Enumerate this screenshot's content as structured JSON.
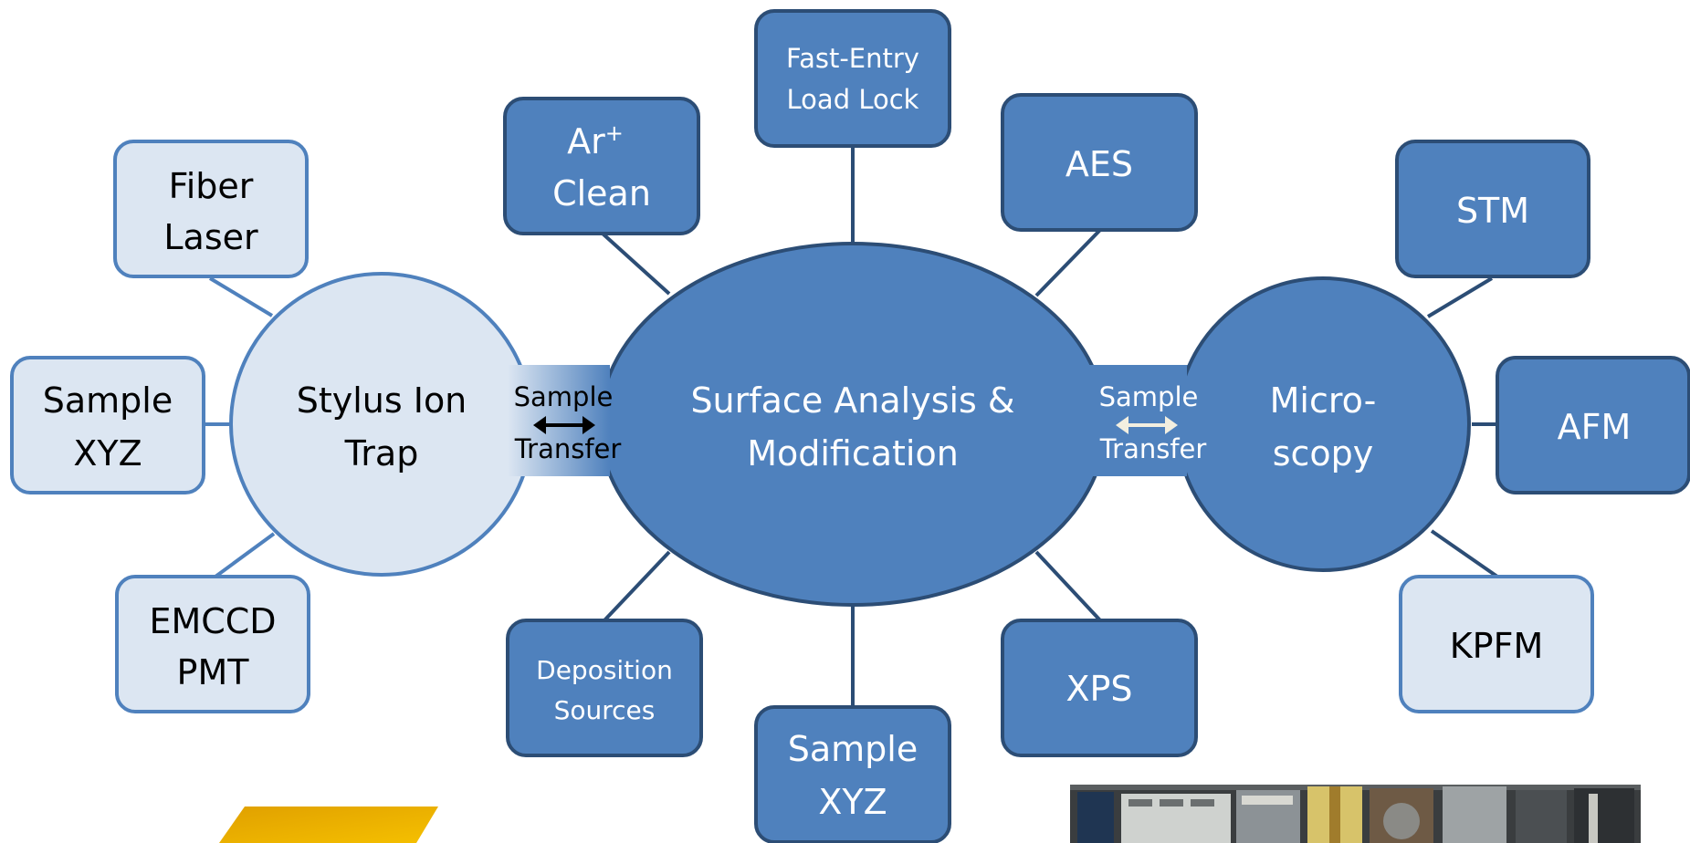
{
  "colors": {
    "dark_fill": "#4f81bd",
    "dark_stroke": "#2c4d75",
    "light_fill": "#dce6f2",
    "light_stroke": "#4f81bd",
    "connector": "#2c4d75",
    "connector_light": "#4f81bd",
    "logo_gold": "#f0b400"
  },
  "hubs": {
    "ion_trap": {
      "line1": "Stylus Ion",
      "line2": "Trap"
    },
    "surface": {
      "line1": "Surface Analysis &",
      "line2": "Modification"
    },
    "microscopy": {
      "line1": "Micro-",
      "line2": "scopy"
    }
  },
  "transfers": {
    "left": {
      "line1": "Sample",
      "line2": "Transfer"
    },
    "right": {
      "line1": "Sample",
      "line2": "Transfer"
    }
  },
  "nodes": {
    "fiber_laser": {
      "line1": "Fiber",
      "line2": "Laser"
    },
    "sample_xyz_left": {
      "line1": "Sample",
      "line2": "XYZ"
    },
    "emccd_pmt": {
      "line1": "EMCCD",
      "line2": "PMT"
    },
    "ar_clean": {
      "line1": "Ar",
      "sup": "+",
      "line2": "Clean"
    },
    "load_lock": {
      "line1": "Fast-Entry",
      "line2": "Load Lock"
    },
    "aes": {
      "line1": "AES"
    },
    "deposition": {
      "line1": "Deposition",
      "line2": "Sources"
    },
    "sample_xyz_bottom": {
      "line1": "Sample",
      "line2": "XYZ"
    },
    "xps": {
      "line1": "XPS"
    },
    "stm": {
      "line1": "STM"
    },
    "afm": {
      "line1": "AFM"
    },
    "kpfm": {
      "line1": "KPFM"
    }
  },
  "photo": {
    "description_icon": "lab-photo-image"
  },
  "logo": {
    "icon": "gold-parallelogram-logo"
  }
}
